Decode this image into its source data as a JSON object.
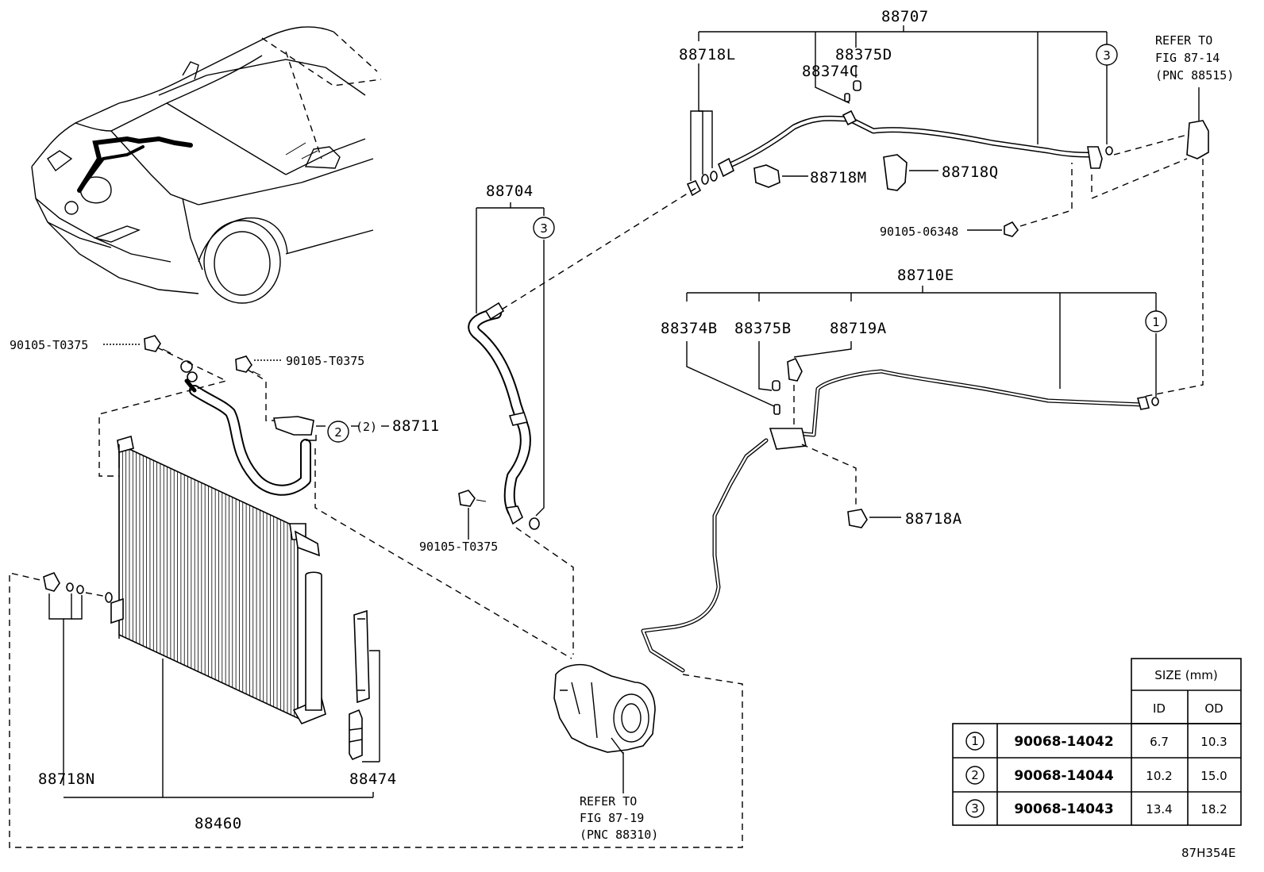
{
  "diagram_code": "87H354E",
  "callouts": {
    "c88707": "88707",
    "c88718L": "88718L",
    "c88375D": "88375D",
    "c88374C": "88374C",
    "c88718M": "88718M",
    "c88718Q": "88718Q",
    "c90105_06348": "90105-06348",
    "c88704": "88704",
    "c88710E": "88710E",
    "c88374B": "88374B",
    "c88375B": "88375B",
    "c88719A": "88719A",
    "c88718A": "88718A",
    "c90105_T0375_a": "90105-T0375",
    "c90105_T0375_b": "90105-T0375",
    "c90105_T0375_c": "90105-T0375",
    "c88711": "88711",
    "c88711_qty": "(2)",
    "c88718N": "88718N",
    "c88474": "88474",
    "c88460": "88460"
  },
  "refs": {
    "top_right": [
      "REFER TO",
      "FIG 87-14",
      "(PNC 88515)"
    ],
    "compressor": [
      "REFER TO",
      "FIG 87-19",
      "(PNC 88310)"
    ]
  },
  "circle_marks": {
    "m1": "1",
    "m2": "2",
    "m3a": "3",
    "m3b": "3"
  },
  "size_table": {
    "header": "SIZE (mm)",
    "col_id": "ID",
    "col_od": "OD",
    "rows": [
      {
        "mark": "1",
        "part": "90068-14042",
        "id": "6.7",
        "od": "10.3"
      },
      {
        "mark": "2",
        "part": "90068-14044",
        "id": "10.2",
        "od": "15.0"
      },
      {
        "mark": "3",
        "part": "90068-14043",
        "id": "13.4",
        "od": "18.2"
      }
    ]
  }
}
